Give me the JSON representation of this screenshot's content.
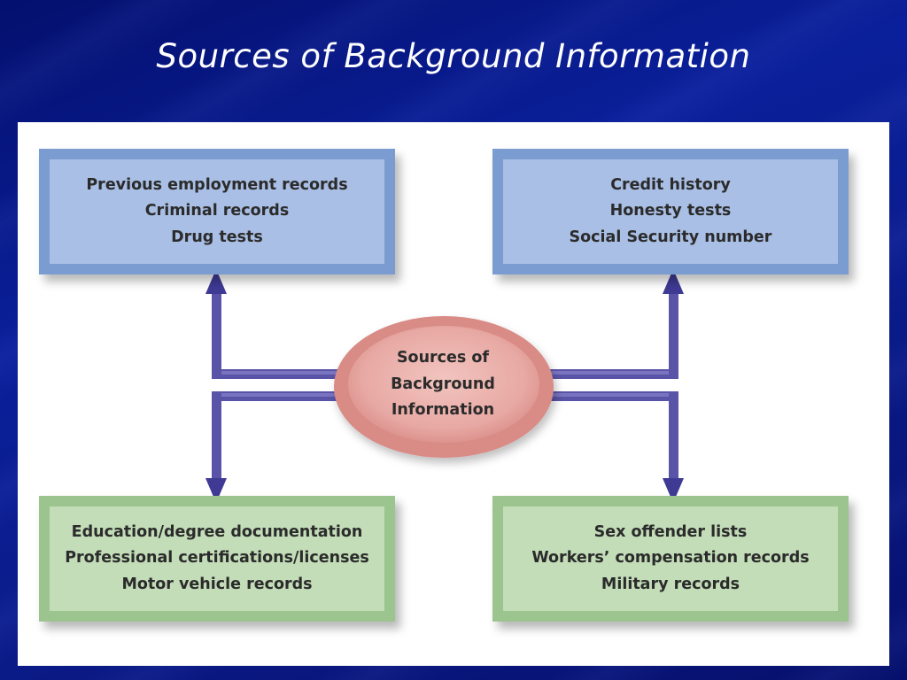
{
  "slide": {
    "title": "Sources of Background Information"
  },
  "diagram": {
    "center": {
      "lines": [
        "Sources of",
        "Background",
        "Information"
      ]
    },
    "top_left": {
      "lines": [
        "Previous employment records",
        "Criminal records",
        "Drug tests"
      ]
    },
    "top_right": {
      "lines": [
        "Credit history",
        "Honesty tests",
        "Social Security number"
      ]
    },
    "bottom_left": {
      "lines": [
        "Education/degree documentation",
        "Professional certifications/licenses",
        "Motor vehicle records"
      ]
    },
    "bottom_right": {
      "lines": [
        "Sex offender lists",
        "Workers’ compensation records",
        "Military records"
      ]
    }
  },
  "colors": {
    "background": "#0a1f9a",
    "top_box_outer": "#7a9cd0",
    "top_box_inner": "#a9bfe5",
    "bottom_box_outer": "#9cc48e",
    "bottom_box_inner": "#c3ddb8",
    "center_ellipse": "#e8a9a4",
    "connector": "#5a54a8"
  }
}
